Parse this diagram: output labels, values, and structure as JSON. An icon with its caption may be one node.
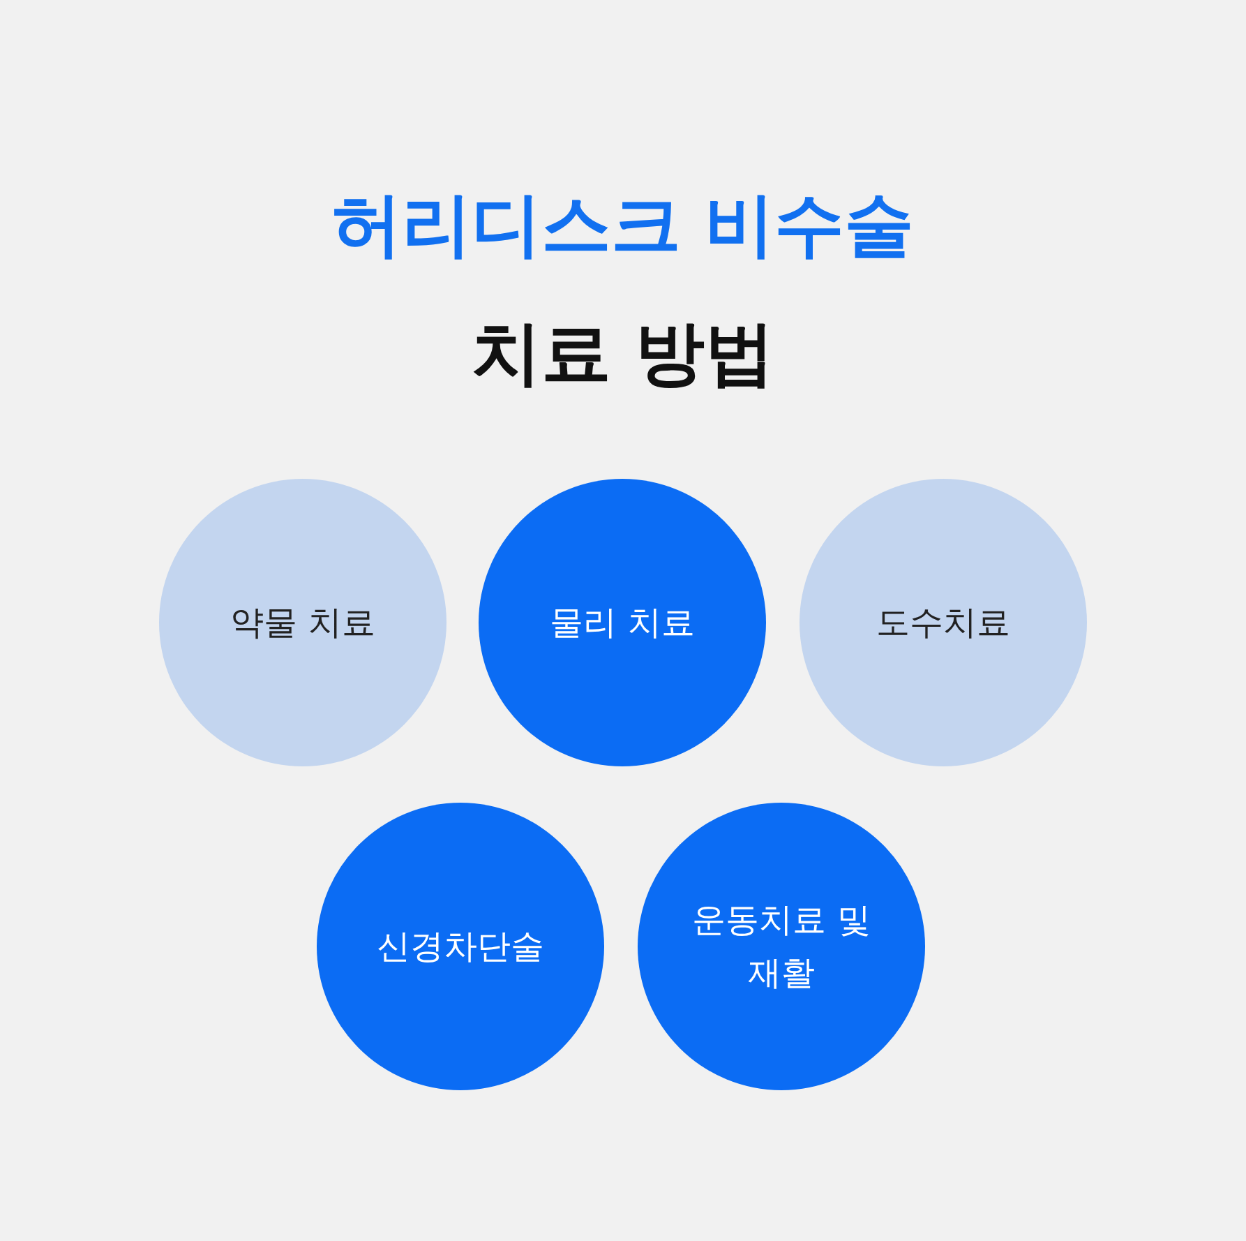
{
  "diagram": {
    "title": "허리디스크 비수술 치료 방법",
    "nodes": [
      {
        "text": [
          "약물 치료"
        ]
      },
      {
        "text": [
          "물리 치료"
        ]
      },
      {
        "text": [
          "도수치료"
        ]
      },
      {
        "text": [
          "신경차단술"
        ]
      },
      {
        "text": [
          "운동치료 및 재활"
        ]
      }
    ]
  }
}
